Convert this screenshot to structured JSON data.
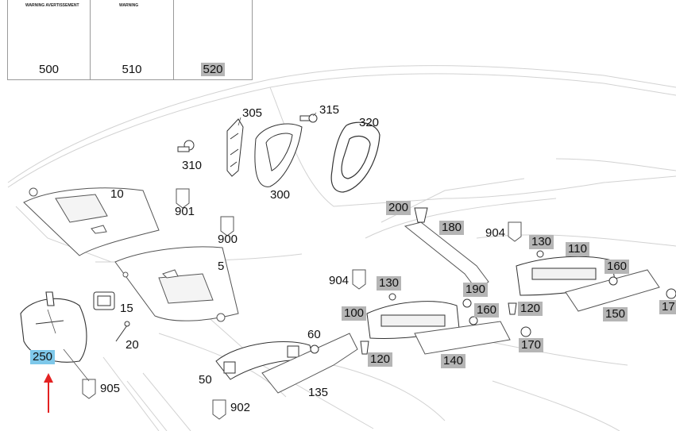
{
  "panels": [
    {
      "number": "500",
      "warning_title": "WARNING AVERTISSEMENT",
      "highlighted": false
    },
    {
      "number": "510",
      "warning_title": "WARNING",
      "highlighted": false
    },
    {
      "number": "520",
      "warning_title": "",
      "highlighted": true
    }
  ],
  "parts": {
    "p305": "305",
    "p315": "315",
    "p320": "320",
    "p310": "310",
    "p300": "300",
    "p10": "10",
    "p901": "901",
    "p900": "900",
    "p5": "5",
    "p15": "15",
    "p20": "20",
    "p250": "250",
    "p905": "905",
    "p200": "200",
    "p180": "180",
    "p904a": "904",
    "p130a": "130",
    "p110": "110",
    "p160a": "160",
    "p904b": "904",
    "p130b": "130",
    "p190": "190",
    "p160b": "160",
    "p120a": "120",
    "p100": "100",
    "p150": "150",
    "p17": "17",
    "p60": "60",
    "p120b": "120",
    "p140": "140",
    "p170": "170",
    "p50": "50",
    "p135": "135",
    "p902": "902"
  },
  "colors": {
    "highlight": "#b5b5b5",
    "selected": "#7ec8ea",
    "arrow": "#e32222"
  }
}
